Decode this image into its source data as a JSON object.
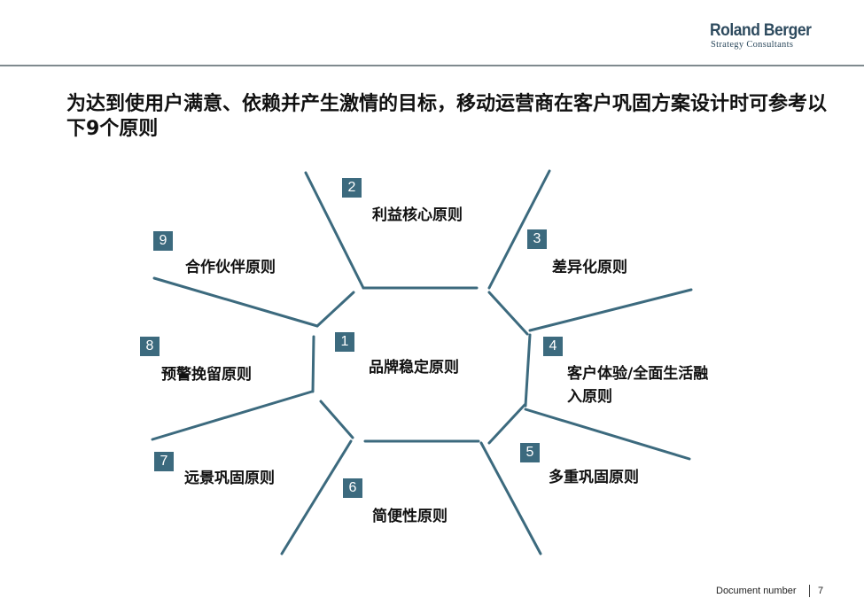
{
  "header": {
    "logo_main": "Roland Berger",
    "logo_sub": "Strategy Consultants"
  },
  "title": "为达到使用户满意、依赖并产生激情的目标，移动运营商在客户巩固方案设计时可参考以下9个原则",
  "principles": [
    {
      "number": "1",
      "label": "品牌稳定原则"
    },
    {
      "number": "2",
      "label": "利益核心原则"
    },
    {
      "number": "3",
      "label": "差异化原则"
    },
    {
      "number": "4",
      "label": "客户体验/全面生活融入原则"
    },
    {
      "number": "5",
      "label": "多重巩固原则"
    },
    {
      "number": "6",
      "label": "简便性原则"
    },
    {
      "number": "7",
      "label": "远景巩固原则"
    },
    {
      "number": "8",
      "label": "预警挽留原则"
    },
    {
      "number": "9",
      "label": "合作伙伴原则"
    }
  ],
  "colors": {
    "line": "#3c6a7e",
    "badge": "#3c6a7e",
    "rule": "#7f8a8e"
  },
  "footer": {
    "document_label": "Document number",
    "page_number": "7"
  }
}
